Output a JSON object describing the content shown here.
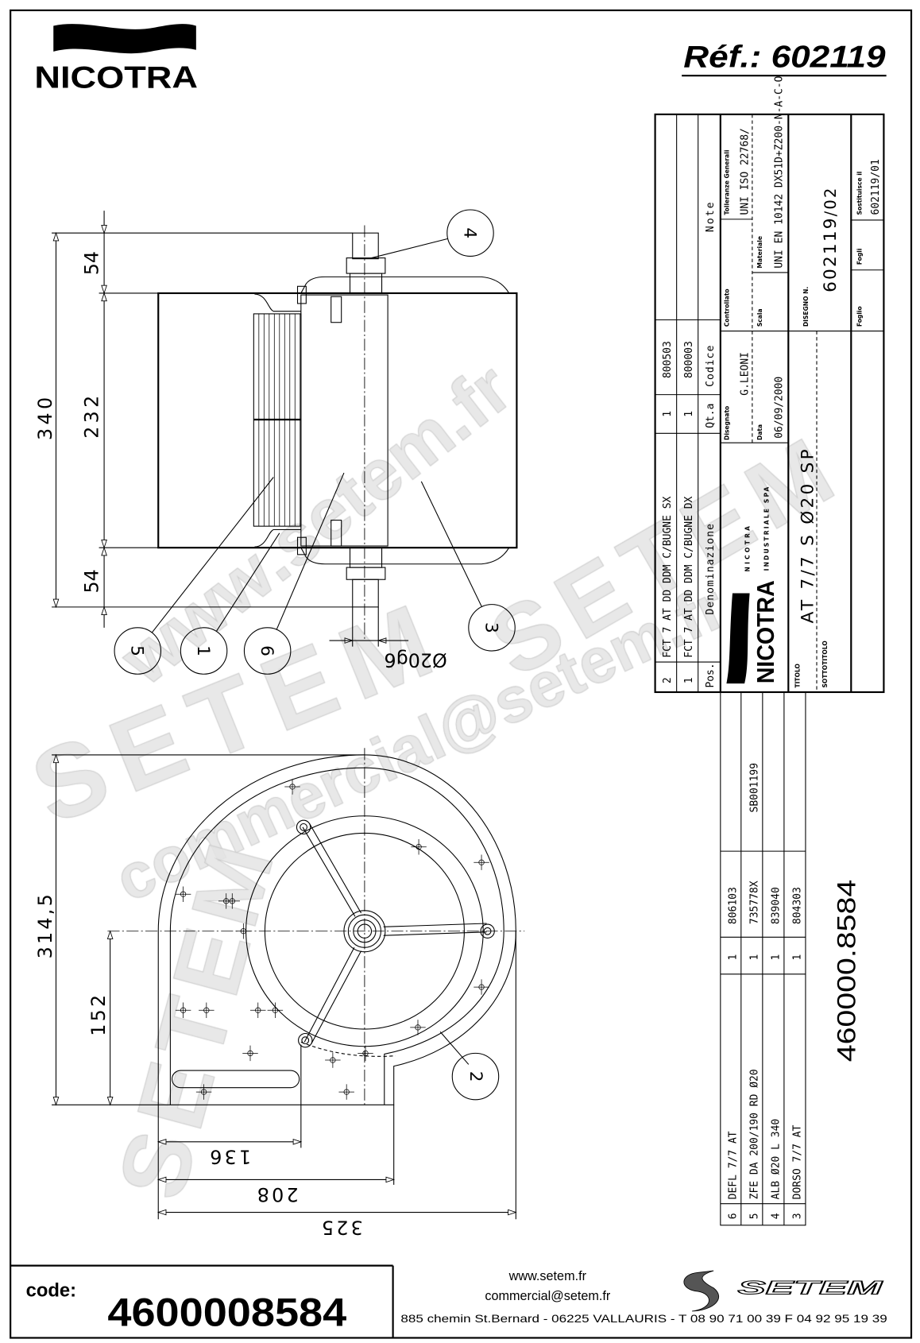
{
  "header": {
    "brand_logo": "NICOTRA",
    "reference": "Réf.: 602119"
  },
  "watermarks": [
    "www.setem.fr",
    "SETEM",
    "SETEM",
    "commercial@setem.fr",
    "SETEM"
  ],
  "side_view": {
    "dims": {
      "total": "340",
      "top": "54",
      "middle": "232",
      "bottom": "54",
      "shaft": "Ø20g6"
    },
    "balloons": [
      "4",
      "3",
      "5",
      "1",
      "6"
    ]
  },
  "front_view": {
    "dims": {
      "height": "314,5",
      "axis_height": "152",
      "w1": "136",
      "w2": "208",
      "w3": "325"
    },
    "balloons": [
      "2"
    ]
  },
  "title_block": {
    "rows": [
      {
        "pos": "2",
        "name": "FCT 7 AT DD DDM C/BUGNE SX",
        "qty": "1",
        "code": "800503"
      },
      {
        "pos": "1",
        "name": "FCT 7 AT DD DDM C/BUGNE DX",
        "qty": "1",
        "code": "800003"
      }
    ],
    "headers": {
      "pos": "Pos.",
      "name": "Denominazione",
      "qty": "Qt.a",
      "code": "Codice",
      "note": "Note"
    },
    "disegnato_label": "Disegnato",
    "disegnato": "G.LEONI",
    "controllato_label": "Controllato",
    "tolleranze_label": "Tolleranze Generali",
    "tolleranze": "UNI ISO 22768/",
    "data_label": "Data",
    "data": "06/09/2000",
    "scala_label": "Scala",
    "materiale_label": "Materiale",
    "materiale": "UNI EN 10142 DX51D+Z200-N-A-C-O",
    "company_logo": "NICOTRA",
    "company_line1": "NICOTRA",
    "company_line2": "INDUSTRIALE SPA",
    "disegno_label": "DISEGNO N.",
    "disegno": "602119",
    "disegno_rev": "/02",
    "foglio_label": "Foglio",
    "fogli_label": "Fogli",
    "sostituisce_label": "Sostituisce il",
    "sostituisce": "602119/01",
    "titolo_label": "TITOLO",
    "titolo": "AT 7/7 S Ø20 SP",
    "sottotitolo_label": "SOTTOTITOLO"
  },
  "parts_list": {
    "rows": [
      {
        "pos": "6",
        "name": "DEFL 7/7 AT",
        "qty": "1",
        "code": "806103",
        "note": ""
      },
      {
        "pos": "5",
        "name": "ZFE DA 200/190 RD Ø20",
        "qty": "1",
        "code": "735778X",
        "note": "SB001199"
      },
      {
        "pos": "4",
        "name": "ALB Ø20 L 340",
        "qty": "1",
        "code": "839040",
        "note": ""
      },
      {
        "pos": "3",
        "name": "DORSO 7/7 AT",
        "qty": "1",
        "code": "804303",
        "note": ""
      }
    ]
  },
  "article_number": "460000.8584",
  "footer": {
    "code_label": "code:",
    "code": "4600008584",
    "website": "www.setem.fr",
    "email": "commercial@setem.fr",
    "address": "885 chemin St.Bernard  -  06225 VALLAURIS  -  T 08 90 71 00 39   F 04 92 95 19 39",
    "setem_logo": "SETEM"
  }
}
